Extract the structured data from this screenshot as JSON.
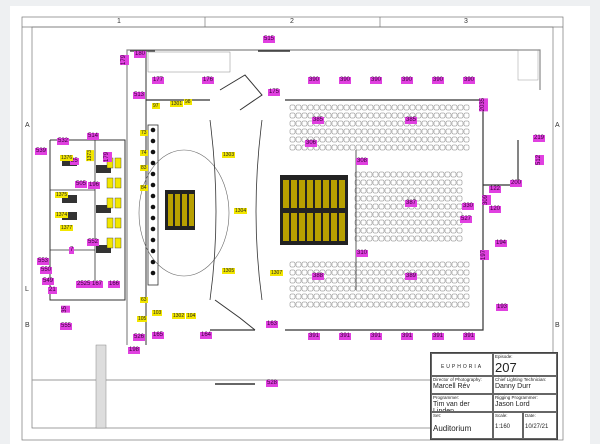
{
  "grid": {
    "columns": [
      "1",
      "2",
      "3"
    ],
    "rows_left": [
      "A",
      "L",
      "B"
    ],
    "rows_right": [
      "A",
      "B"
    ]
  },
  "magenta_labels": [
    "515",
    "179",
    "180",
    "177",
    "176",
    "175",
    "390",
    "390",
    "390",
    "390",
    "390",
    "390",
    "2035",
    "513",
    "532",
    "539",
    "514",
    "179",
    "25",
    "505",
    "196",
    "552",
    "553",
    "550",
    "549",
    "21",
    "2525",
    "167",
    "166",
    "35",
    "555",
    "526",
    "165",
    "164",
    "163",
    "391",
    "391",
    "391",
    "391",
    "391",
    "391",
    "528",
    "198",
    "385",
    "385",
    "387",
    "388",
    "389",
    "306",
    "308",
    "310",
    "219",
    "512",
    "200",
    "122",
    "120",
    "330",
    "527",
    "194",
    "197",
    "193",
    "309",
    "7"
  ],
  "yellow_labels": [
    "1376",
    "1375",
    "1374",
    "1377",
    "1373",
    "1303",
    "1304",
    "1305",
    "97",
    "1301",
    "98",
    "103",
    "1302",
    "104",
    "105",
    "1307",
    "73",
    "74",
    "83",
    "84",
    "63"
  ],
  "title_block": {
    "logo": "EUPHORIA",
    "episode_label": "Episode:",
    "episode": "207",
    "dop_label": "Director of Photography:",
    "dop": "Marcell Rév",
    "clt_label": "Chief Lighting Technician:",
    "clt": "Danny Durr",
    "programmer_label": "Programmer:",
    "programmer": "Tim van der Linden",
    "rigging_label": "Rigging Programmer:",
    "rigging": "Jason Lord",
    "set_label": "Set:",
    "set": "Auditorium",
    "scale_label": "Scale:",
    "scale": "1:160",
    "date_label": "Date:",
    "date": "10/27/21"
  },
  "colors": {
    "magenta": "#e040e0",
    "yellow": "#f2e600",
    "line": "#333333"
  }
}
